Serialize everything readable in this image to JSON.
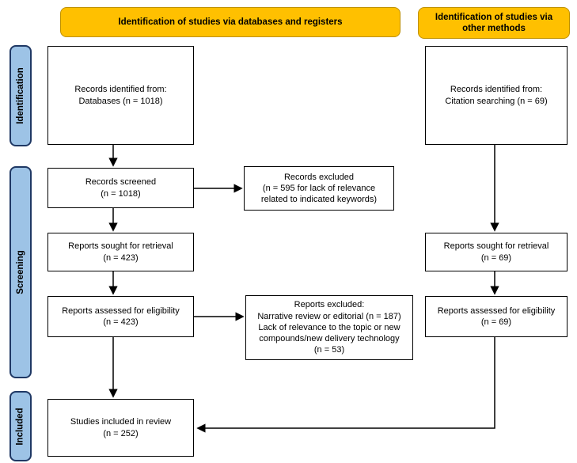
{
  "colors": {
    "header_fill": "#FFC000",
    "header_border": "#BF9000",
    "stage_fill": "#9DC3E6",
    "stage_border": "#1F3864",
    "box_border": "#000000",
    "arrow": "#000000",
    "text": "#000000",
    "background": "#FFFFFF"
  },
  "headers": [
    {
      "label": "Identification of studies via databases and registers"
    },
    {
      "label": "Identification of studies via\nother methods"
    }
  ],
  "stages": [
    {
      "label": "Identification"
    },
    {
      "label": "Screening"
    },
    {
      "label": "Included"
    }
  ],
  "boxes": {
    "records_identified_databases": "Records identified from:\nDatabases (n = 1018)",
    "records_screened": "Records screened\n(n = 1018)",
    "records_excluded": "Records excluded\n(n = 595 for lack of relevance\nrelated to indicated keywords)",
    "reports_sought_databases": "Reports sought for retrieval\n(n = 423)",
    "reports_assessed_databases": "Reports assessed for eligibility\n(n = 423)",
    "reports_excluded": "Reports excluded:\nNarrative review or editorial (n = 187)\nLack of relevance to the topic or new\ncompounds/new delivery technology\n(n = 53)",
    "studies_included": "Studies included in review\n(n = 252)",
    "records_identified_citation": "Records identified from:\nCitation searching (n = 69)",
    "reports_sought_other": "Reports sought for retrieval\n(n = 69)",
    "reports_assessed_other": "Reports assessed for eligibility\n(n = 69)"
  }
}
